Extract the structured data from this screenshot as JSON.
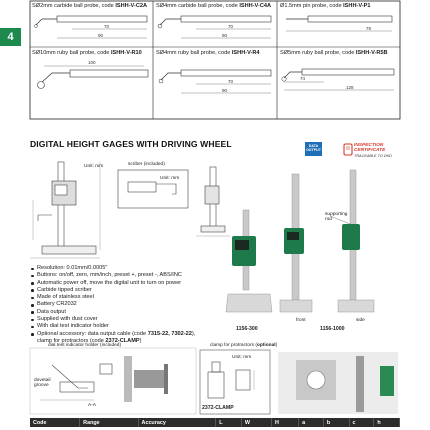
{
  "page": {
    "tab_number": "4"
  },
  "probes": [
    {
      "name": "SØ2mm carbide ball probe, code ",
      "code": "ISHH-V-C2A",
      "dims": [
        "70",
        "90"
      ]
    },
    {
      "name": "SØ4mm carbide ball probe, code ",
      "code": "ISHH-V-C4A",
      "dims": [
        "70",
        "90"
      ]
    },
    {
      "name": "Ø1.5mm pin probe, code ",
      "code": "ISHH-V-P1",
      "dims": [
        "78"
      ]
    },
    {
      "name": "SØ10mm ruby ball probe, code ",
      "code": "ISHH-V-R10",
      "dims": [
        "100"
      ]
    },
    {
      "name": "SØ4mm ruby ball probe, code ",
      "code": "ISHH-V-R4",
      "dims": [
        "70",
        "90"
      ]
    },
    {
      "name": "SØ5mm ruby ball probe, code ",
      "code": "ISHH-V-R5B",
      "dims": [
        "74",
        "128"
      ]
    }
  ],
  "section": {
    "title": "DIGITAL HEIGHT GAGES WITH DRIVING WHEEL"
  },
  "badges": {
    "data_output": "DATA OUTPUT",
    "inspection_title": "INSPECTION CERTIFICATE",
    "inspection_sub": "TRACEABLE TO DKD"
  },
  "drawing": {
    "unit": "Unit: mm",
    "scriber": "scriber (included)",
    "unit2": "Unit: mm",
    "supporting_rod": "supporting rod",
    "front": "front",
    "side": "side"
  },
  "models": {
    "m1": "1156-300",
    "m2": "1156-1000"
  },
  "specs": [
    {
      "text": "Resolution: 0.01mm/0.0005\""
    },
    {
      "text": "Buttons: on/off, zero, mm/inch, preset +, preset -, ABS/INC"
    },
    {
      "text": "Automatic power off, move the digital unit to turn on power"
    },
    {
      "text": "Carbide tipped scriber"
    },
    {
      "text": "Made of stainless steel"
    },
    {
      "text": "Battery CR2032"
    },
    {
      "text": "Data output"
    },
    {
      "text": "Supplied with dust cover"
    },
    {
      "text": "With dial test indicator holder"
    },
    {
      "pre": "Optional accessory: data output cable (code ",
      "b1": "7315-22, 7302-22",
      "mid": "),",
      "line2": "clamp for protractors (code ",
      "b2": "2372-CLAMP",
      "post": ")"
    }
  ],
  "accessories": {
    "dial_holder": "dial test indicator holder (included)",
    "dovetail": "dovetail groove",
    "a_a": "A-A",
    "clamp_pre": "clamp for protractors (",
    "clamp_opt": "optional",
    "clamp_post": ")",
    "unit": "Unit: mm",
    "clamp_code": "2372-CLAMP"
  },
  "table": {
    "headers": [
      "Code",
      "Range",
      "Accuracy",
      "L",
      "W",
      "H",
      "a",
      "b",
      "c",
      "h"
    ]
  }
}
